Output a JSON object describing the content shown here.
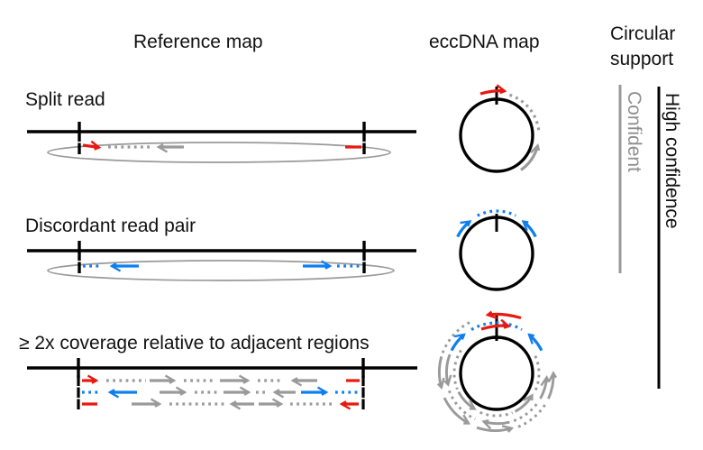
{
  "figure": {
    "headers": {
      "reference_map": "Reference map",
      "eccdna_map": "eccDNA map",
      "circular_support_line1": "Circular",
      "circular_support_line2": "support"
    },
    "rows": [
      {
        "label": "Split read"
      },
      {
        "label": "Discordant read pair"
      },
      {
        "label": "≥ 2x coverage relative to adjacent regions"
      }
    ],
    "support": {
      "confident": "Confident",
      "high_confidence": "High confidence"
    },
    "colors": {
      "split_read_accent": "#e8190f",
      "discordant_accent": "#0f7ff0",
      "reference_gray": "#9a9a9a",
      "line_black": "#000000"
    }
  }
}
